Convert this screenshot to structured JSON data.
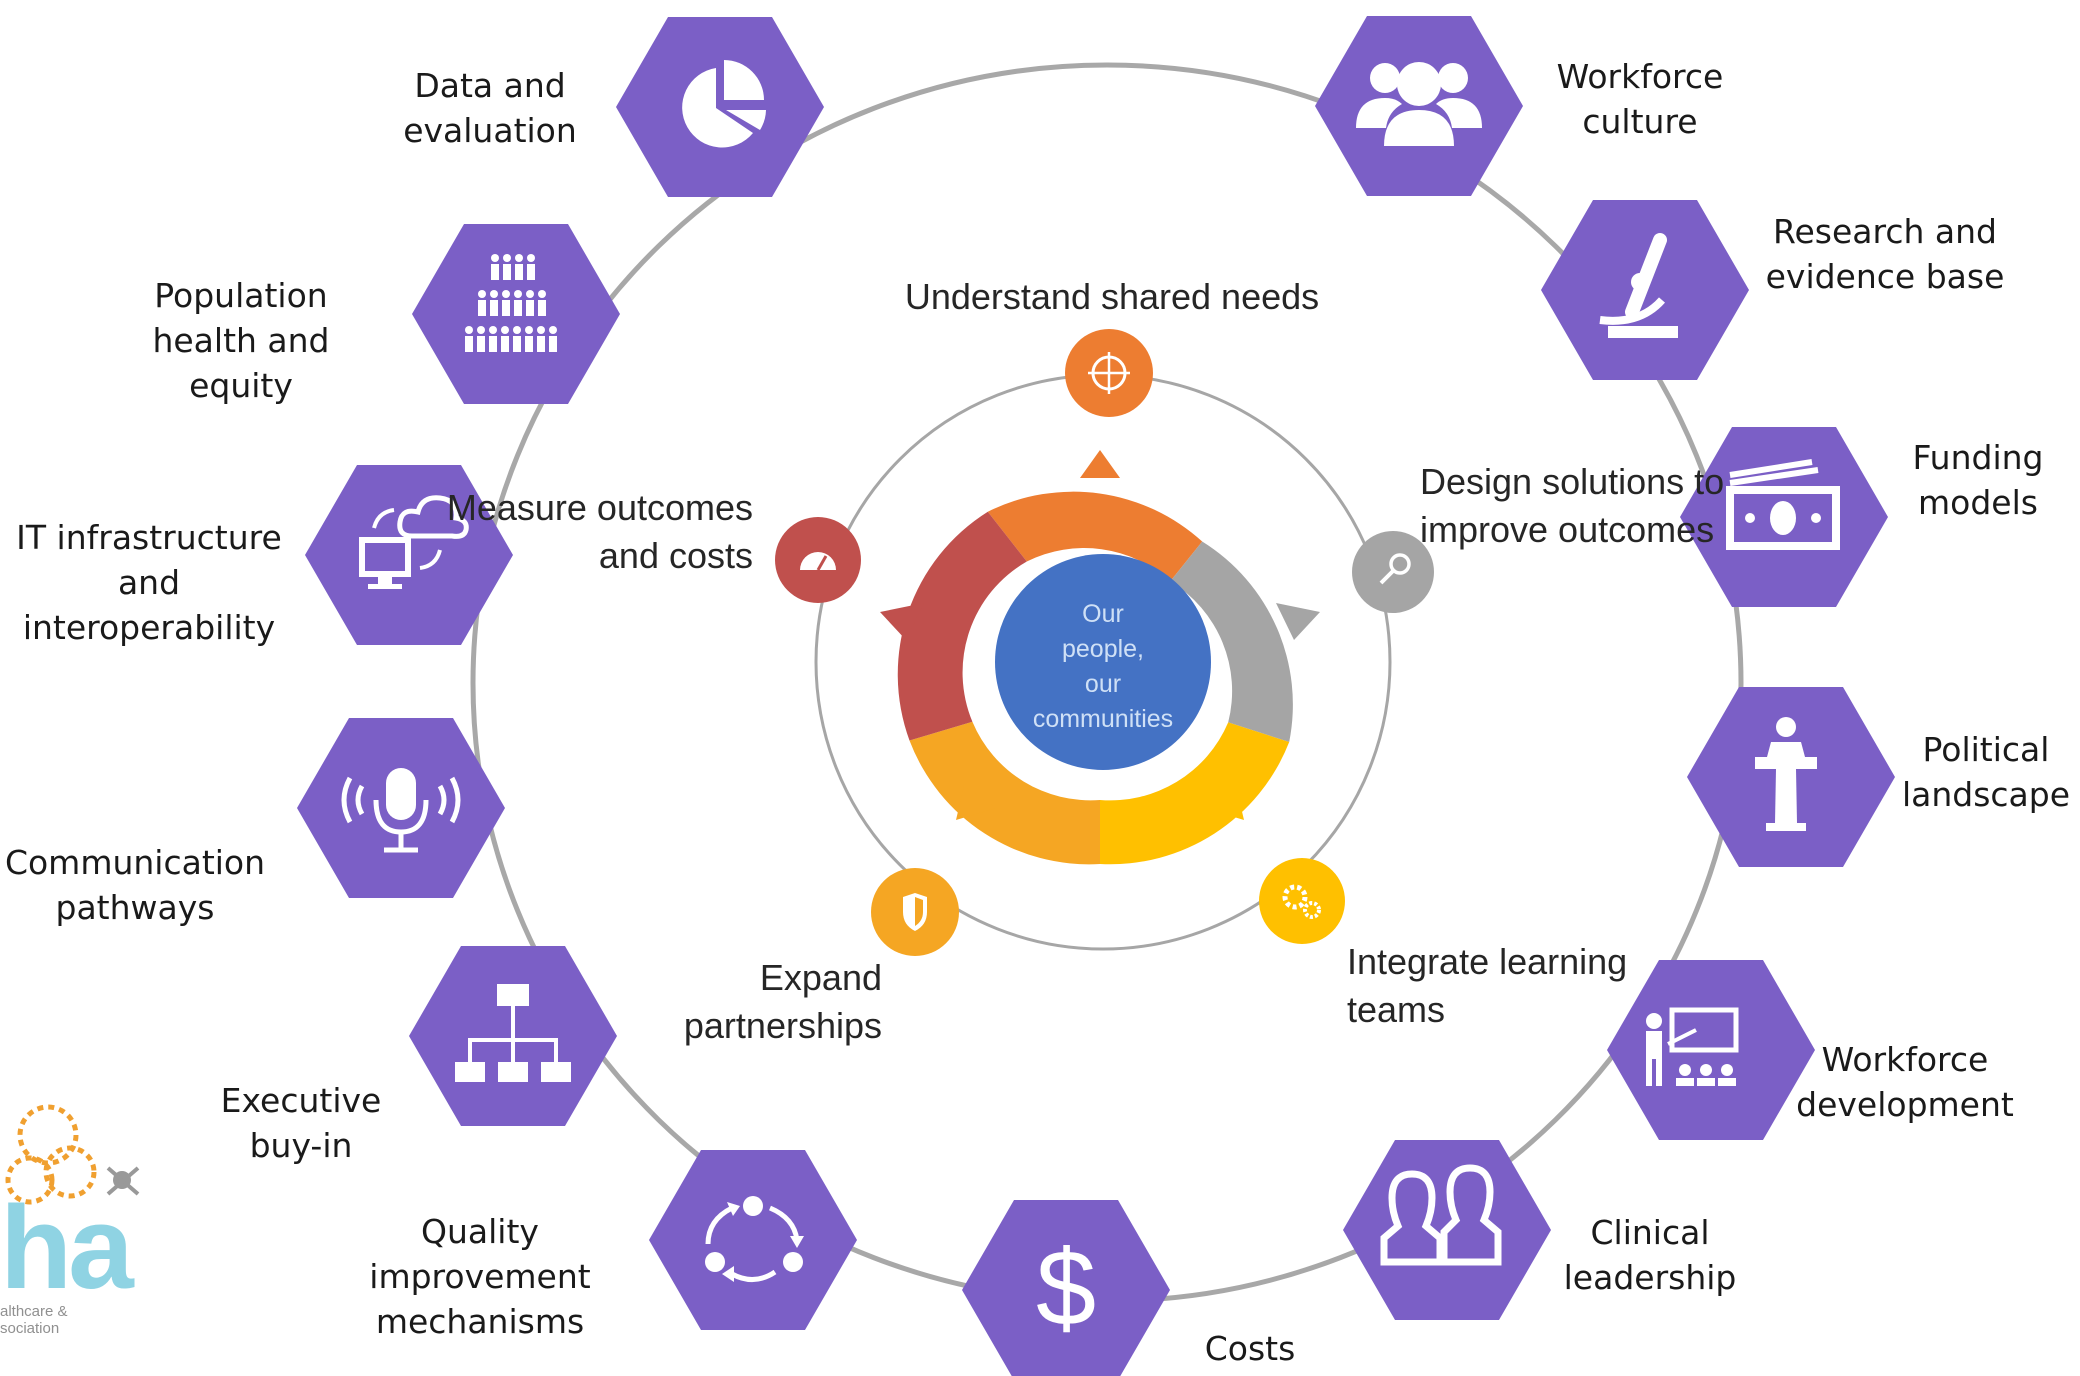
{
  "center": {
    "text": "Our\npeople,\nour\ncommunities",
    "color": "#4472c4"
  },
  "cycle": [
    {
      "label": "Understand shared needs",
      "color": "#ed7d31",
      "icon": "target-people-icon"
    },
    {
      "label": "Design solutions to\nimprove outcomes",
      "color": "#a5a5a5",
      "icon": "key-icon"
    },
    {
      "label": "Integrate learning\nteams",
      "color": "#ffc000",
      "icon": "gears-icon"
    },
    {
      "label": "Expand\npartnerships",
      "color": "#f5a623",
      "icon": "shield-icon"
    },
    {
      "label": "Measure outcomes\nand costs",
      "color": "#c0504d",
      "icon": "gauge-icon"
    }
  ],
  "enablers": [
    {
      "label": "Workforce\nculture",
      "icon": "people-group-icon"
    },
    {
      "label": "Research and\nevidence base",
      "icon": "microscope-icon"
    },
    {
      "label": "Funding\nmodels",
      "icon": "money-icon"
    },
    {
      "label": "Political\nlandscape",
      "icon": "podium-icon"
    },
    {
      "label": "Workforce\ndevelopment",
      "icon": "teacher-icon"
    },
    {
      "label": "Clinical\nleadership",
      "icon": "leaders-icon"
    },
    {
      "label": "Costs",
      "icon": "dollar-icon"
    },
    {
      "label": "Quality\nimprovement\nmechanisms",
      "icon": "cycle-arrows-icon"
    },
    {
      "label": "Executive\nbuy-in",
      "icon": "org-chart-icon"
    },
    {
      "label": "Communication\npathways",
      "icon": "microphone-icon"
    },
    {
      "label": "IT infrastructure\nand\ninteroperability",
      "icon": "cloud-computer-icon"
    },
    {
      "label": "Population\nhealth and\nequity",
      "icon": "population-icon"
    },
    {
      "label": "Data and\nevaluation",
      "icon": "pie-chart-icon"
    }
  ],
  "colors": {
    "hexagon": "#7b5fc6",
    "ring": "#a6a6a6",
    "logo_orange": "#f0a030",
    "logo_blue": "#8fd3e3"
  },
  "logo": {
    "letters": "ha",
    "sub": "althcare &\nsociation"
  }
}
